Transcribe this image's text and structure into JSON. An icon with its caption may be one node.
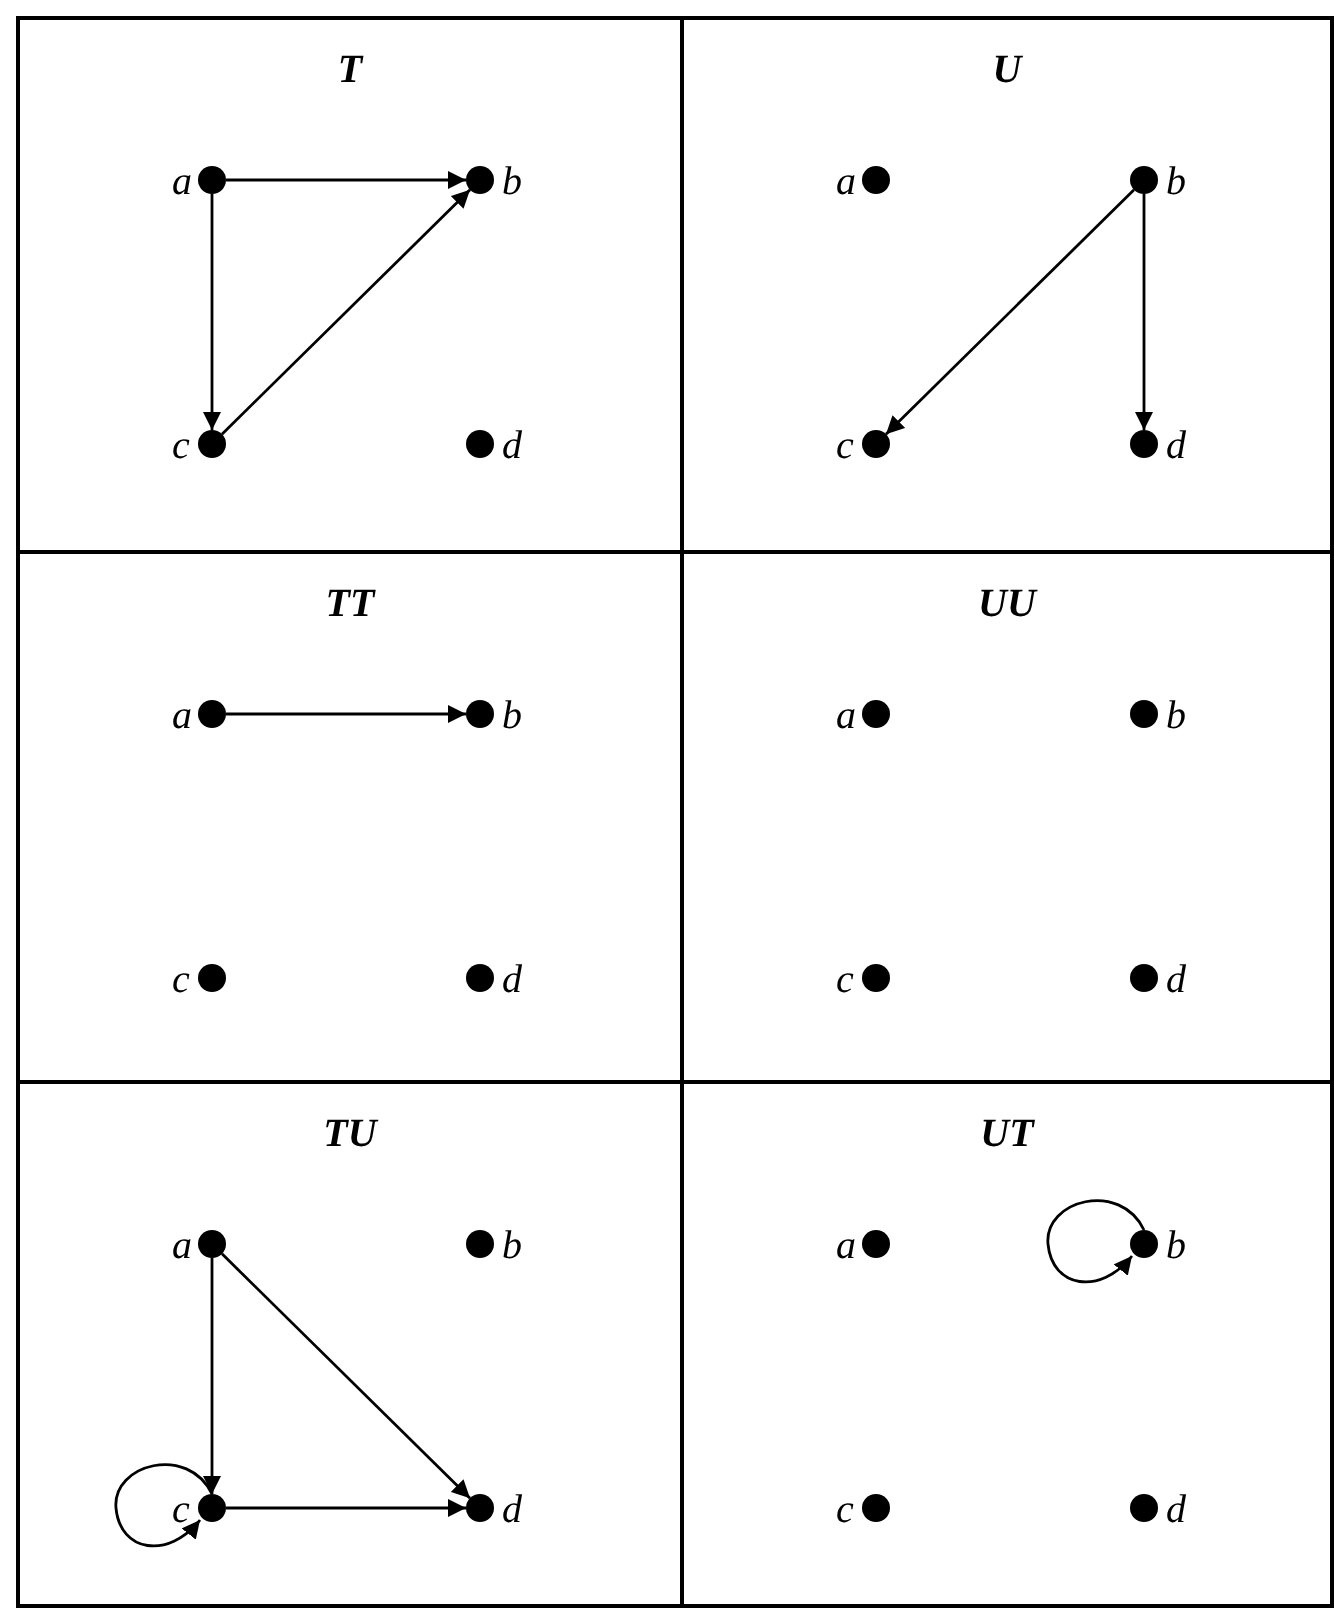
{
  "diagram": {
    "nodes": [
      {
        "text": [
          "T"
        ]
      },
      {
        "text": [],
        "shape": "circle",
        "beside": [
          "a"
        ],
        "in": 0
      },
      {
        "text": [],
        "shape": "circle",
        "beside": [
          "b"
        ],
        "in": 0
      },
      {
        "text": [],
        "shape": "circle",
        "beside": [
          "c"
        ],
        "in": 0
      },
      {
        "text": [],
        "shape": "circle",
        "beside": [
          "d"
        ],
        "in": 0
      },
      {
        "text": [
          "U"
        ]
      },
      {
        "text": [],
        "shape": "circle",
        "beside": [
          "a"
        ],
        "in": 5
      },
      {
        "text": [],
        "shape": "circle",
        "beside": [
          "b"
        ],
        "in": 5
      },
      {
        "text": [],
        "shape": "circle",
        "beside": [
          "c"
        ],
        "in": 5
      },
      {
        "text": [],
        "shape": "circle",
        "beside": [
          "d"
        ],
        "in": 5
      },
      {
        "text": [
          "TT"
        ]
      },
      {
        "text": [],
        "shape": "circle",
        "beside": [
          "a"
        ],
        "in": 10
      },
      {
        "text": [],
        "shape": "circle",
        "beside": [
          "b"
        ],
        "in": 10
      },
      {
        "text": [],
        "shape": "circle",
        "beside": [
          "c"
        ],
        "in": 10
      },
      {
        "text": [],
        "shape": "circle",
        "beside": [
          "d"
        ],
        "in": 10
      },
      {
        "text": [
          "UU"
        ]
      },
      {
        "text": [],
        "shape": "circle",
        "beside": [
          "a"
        ],
        "in": 15
      },
      {
        "text": [],
        "shape": "circle",
        "beside": [
          "b"
        ],
        "in": 15
      },
      {
        "text": [],
        "shape": "circle",
        "beside": [
          "c"
        ],
        "in": 15
      },
      {
        "text": [],
        "shape": "circle",
        "beside": [
          "d"
        ],
        "in": 15
      },
      {
        "text": [
          "TU"
        ]
      },
      {
        "text": [],
        "shape": "circle",
        "beside": [
          "a"
        ],
        "in": 20
      },
      {
        "text": [],
        "shape": "circle",
        "beside": [
          "b"
        ],
        "in": 20
      },
      {
        "text": [],
        "shape": "circle",
        "beside": [
          "c"
        ],
        "in": 20
      },
      {
        "text": [],
        "shape": "circle",
        "beside": [
          "d"
        ],
        "in": 20
      },
      {
        "text": [
          "UT"
        ]
      },
      {
        "text": [],
        "shape": "circle",
        "beside": [
          "a"
        ],
        "in": 25
      },
      {
        "text": [],
        "shape": "circle",
        "beside": [
          "b"
        ],
        "in": 25
      },
      {
        "text": [],
        "shape": "circle",
        "beside": [
          "c"
        ],
        "in": 25
      },
      {
        "text": [],
        "shape": "circle",
        "beside": [
          "d"
        ],
        "in": 25
      }
    ],
    "edges": [
      {
        "from": 1,
        "to": 2,
        "arrow": "to"
      },
      {
        "from": 1,
        "to": 3,
        "arrow": "to"
      },
      {
        "from": 3,
        "to": 2,
        "arrow": "to"
      },
      {
        "from": 7,
        "to": 8,
        "arrow": "to"
      },
      {
        "from": 7,
        "to": 9,
        "arrow": "to"
      },
      {
        "from": 11,
        "to": 12,
        "arrow": "to"
      },
      {
        "from": 21,
        "to": 23,
        "arrow": "to"
      },
      {
        "from": 21,
        "to": 24,
        "arrow": "to"
      },
      {
        "from": 23,
        "to": 24,
        "arrow": "to"
      },
      {
        "from": 23,
        "to": 23,
        "arrow": "to"
      },
      {
        "from": 27,
        "to": 27,
        "arrow": "to"
      }
    ]
  }
}
